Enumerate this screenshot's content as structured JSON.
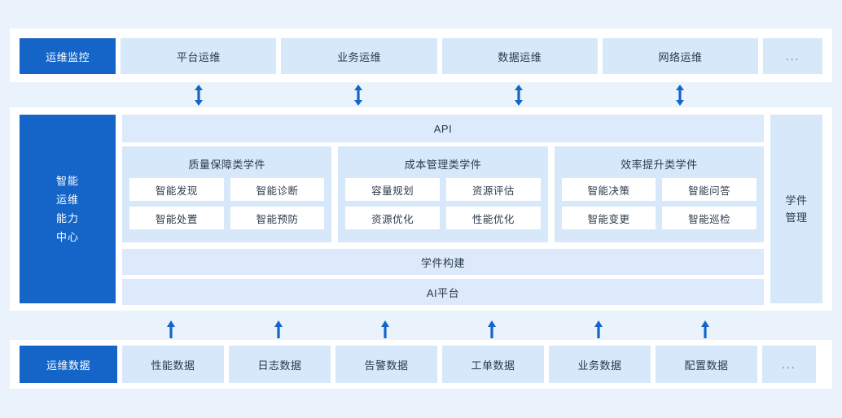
{
  "colors": {
    "page_background": "#eaf3fc",
    "card_background": "#ffffff",
    "accent_blue": "#1565c8",
    "panel_light_blue": "#d6e8fa",
    "chip_white": "#ffffff",
    "text_dark": "#2b3a4a",
    "arrow_blue": "#1565c8"
  },
  "top_layer": {
    "primary": {
      "label": "运维监控"
    },
    "items": [
      {
        "label": "平台运维"
      },
      {
        "label": "业务运维"
      },
      {
        "label": "数据运维"
      },
      {
        "label": "网络运维"
      }
    ],
    "overflow": {
      "label": "..."
    }
  },
  "connectors_top": {
    "icon": "double-arrow-vertical-icon",
    "count": 4,
    "direction": "bidirectional"
  },
  "middle_layer": {
    "left_panel": {
      "lines": [
        "智能",
        "运维",
        "能力",
        "中心"
      ],
      "label": "智能运维能力中心"
    },
    "api_bar": {
      "label": "API"
    },
    "groups": [
      {
        "title": "质量保障类学件",
        "items": [
          "智能发现",
          "智能诊断",
          "智能处置",
          "智能预防"
        ]
      },
      {
        "title": "成本管理类学件",
        "items": [
          "容量规划",
          "资源评估",
          "资源优化",
          "性能优化"
        ]
      },
      {
        "title": "效率提升类学件",
        "items": [
          "智能决策",
          "智能问答",
          "智能变更",
          "智能巡检"
        ]
      }
    ],
    "build_bar": {
      "label": "学件构建"
    },
    "ai_bar": {
      "label": "AI平台"
    },
    "right_panel": {
      "lines": [
        "学件",
        "管理"
      ],
      "label": "学件管理"
    }
  },
  "connectors_bottom": {
    "icon": "arrow-up-icon",
    "count": 6,
    "direction": "up"
  },
  "bottom_layer": {
    "primary": {
      "label": "运维数据"
    },
    "items": [
      {
        "label": "性能数据"
      },
      {
        "label": "日志数据"
      },
      {
        "label": "告警数据"
      },
      {
        "label": "工单数据"
      },
      {
        "label": "业务数据"
      },
      {
        "label": "配置数据"
      }
    ],
    "overflow": {
      "label": "..."
    }
  }
}
